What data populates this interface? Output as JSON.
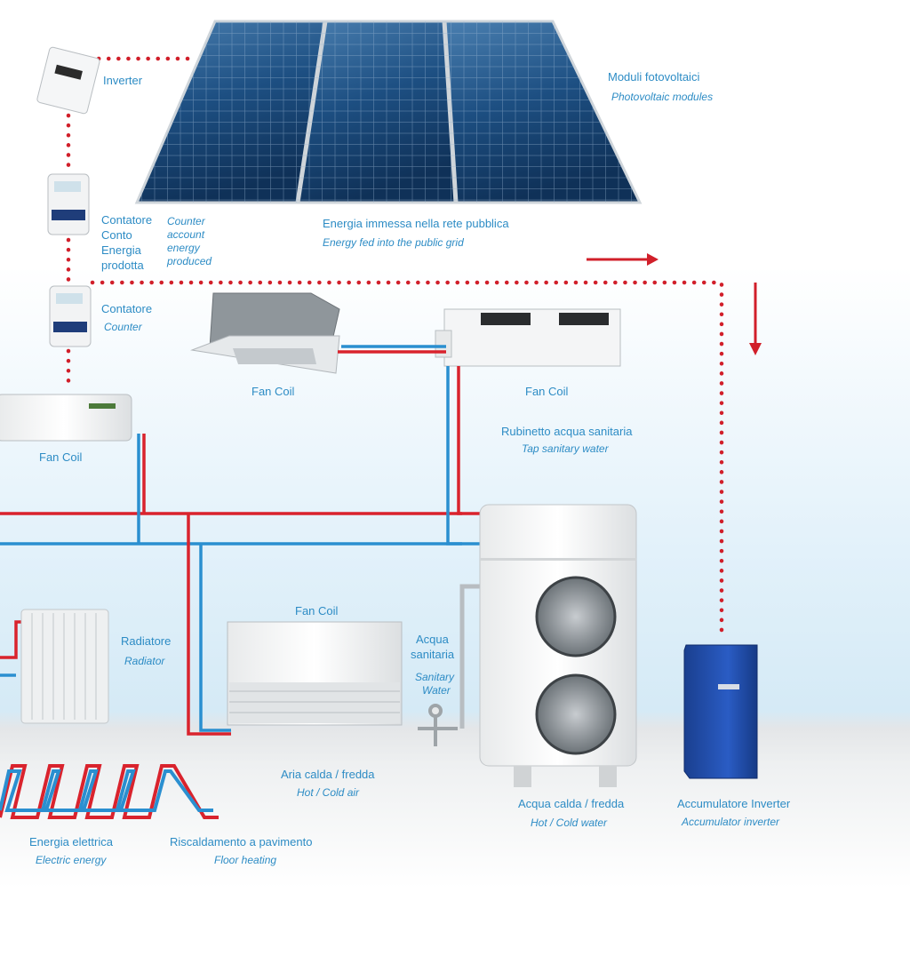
{
  "colors": {
    "label": "#2d8cc5",
    "hot_pipe": "#d9232d",
    "cold_pipe": "#2a8fd0",
    "signal_line": "#d11f2a"
  },
  "labels": {
    "inverter": "Inverter",
    "pv_it": "Moduli fotovoltaici",
    "pv_en": "Photovoltaic modules",
    "counter_prod_it": [
      "Contatore",
      "Conto",
      "Energia",
      "prodotta"
    ],
    "counter_prod_en": [
      "Counter",
      "account",
      "energy",
      "produced"
    ],
    "grid_it": "Energia immessa nella rete pubblica",
    "grid_en": "Energy fed into the public grid",
    "counter_it": "Contatore",
    "counter_en": "Counter",
    "fancoil_cassette": "Fan Coil",
    "fancoil_duct": "Fan Coil",
    "fancoil_wall": "Fan Coil",
    "fancoil_floor": "Fan Coil",
    "tap_it": "Rubinetto acqua sanitaria",
    "tap_en": "Tap sanitary water",
    "radiator_it": "Radiatore",
    "radiator_en": "Radiator",
    "sanitary_it": [
      "Acqua",
      "sanitaria"
    ],
    "sanitary_en": [
      "Sanitary",
      "Water"
    ],
    "air_it": "Aria calda / fredda",
    "air_en": "Hot / Cold air",
    "water_it": "Acqua calda / fredda",
    "water_en": "Hot / Cold water",
    "acc_it": "Accumulatore Inverter",
    "acc_en": "Accumulator inverter",
    "elec_it": "Energia elettrica",
    "elec_en": "Electric energy",
    "floor_it": "Riscaldamento a pavimento",
    "floor_en": "Floor heating"
  },
  "icons": [
    "inverter-icon",
    "solar-panel-icon",
    "meter-icon",
    "fan-coil-icon",
    "radiator-icon",
    "heat-pump-icon",
    "accumulator-icon",
    "floor-heating-icon",
    "arrow-right-icon",
    "arrow-down-icon"
  ]
}
